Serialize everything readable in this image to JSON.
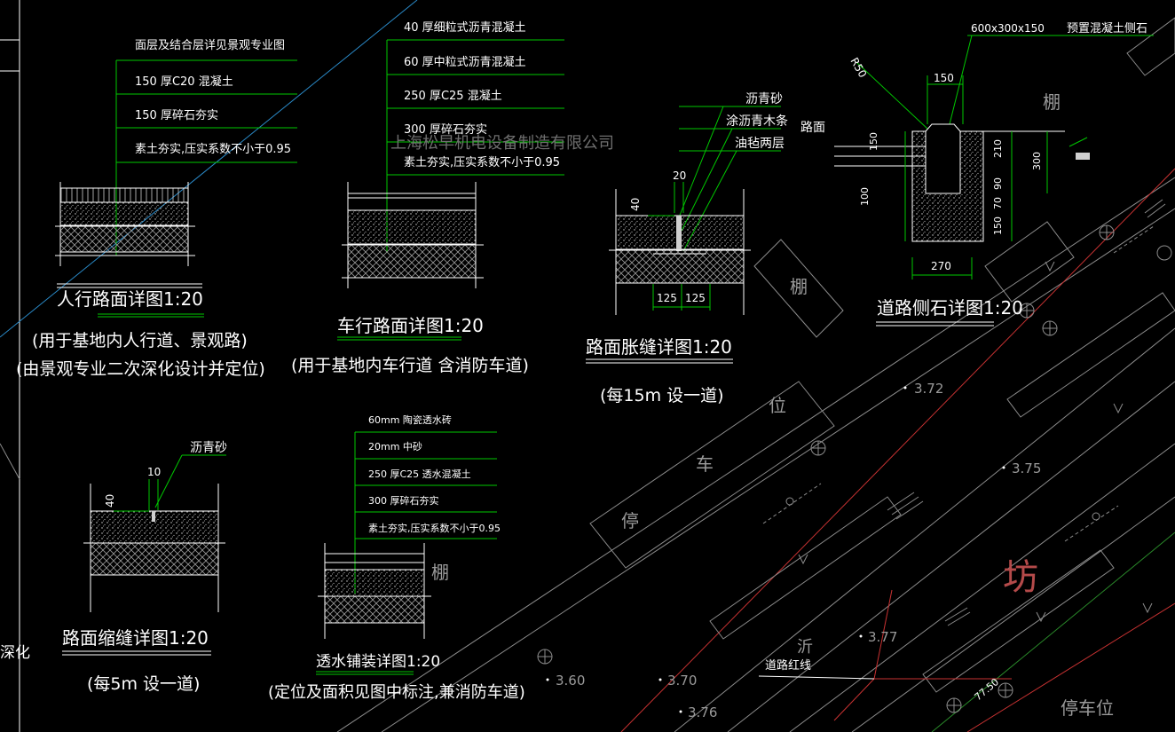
{
  "sidewalk": {
    "layers": [
      "面层及结合层详见景观专业图",
      "150  厚C20  混凝土",
      "150  厚碎石夯实",
      "素土夯实,压实系数不小于0.95"
    ],
    "title": "人行路面详图1:20",
    "note1": "(用于基地内人行道、景观路)",
    "note2": "(由景观专业二次深化设计并定位)"
  },
  "roadway": {
    "layers": [
      "40  厚细粒式沥青混凝土",
      "60  厚中粒式沥青混凝土",
      "250  厚C25  混凝土",
      "300  厚碎石夯实",
      "素土夯实,压实系数不小于0.95"
    ],
    "title": "车行路面详图1:20",
    "note": "(用于基地内车行道 含消防车道)"
  },
  "watermark": "上海松早机电设备制造有限公司",
  "expansion": {
    "labels": [
      "沥青砂",
      "涂沥青木条",
      "油毡两层"
    ],
    "dim_top": "20",
    "dim_left": "40",
    "dim_bottom_1": "125",
    "dim_bottom_2": "125",
    "title": "路面胀缝详图1:20",
    "note": "(每15m  设一道)"
  },
  "curb": {
    "spec": "600x300x150",
    "spec_label": "预置混凝土侧石",
    "r_label": "R50",
    "dim_top": "150",
    "road_label": "路面",
    "dims_right": [
      "210",
      "90",
      "70",
      "150"
    ],
    "dim_right_total": "300",
    "dim_left_1": "150",
    "dim_left_2": "100",
    "dim_bottom": "270",
    "title": "道路侧石详图1:20"
  },
  "shrink": {
    "label": "沥青砂",
    "dim_top": "10",
    "dim_left": "40",
    "title": "路面缩缝详图1:20",
    "note": "(每5m  设一道)"
  },
  "permeable": {
    "layers": [
      "60mm  陶瓷透水砖",
      "20mm  中砂",
      "250  厚C25  透水混凝土",
      "300  厚碎石夯实",
      "素土夯实,压实系数不小于0.95"
    ],
    "title": "透水铺装详图1:20",
    "note": "(定位及面积见图中标注,兼消防车道)"
  },
  "plan": {
    "elevations": [
      "3.72",
      "3.75",
      "3.77",
      "3.60",
      "3.70",
      "3.76"
    ],
    "labels": [
      "棚",
      "棚",
      "棚",
      "位",
      "车",
      "停",
      "坊",
      "停车位",
      "沂"
    ],
    "red_line": "道路红线",
    "dim_red": "77.50",
    "left_fragment": "深化"
  }
}
